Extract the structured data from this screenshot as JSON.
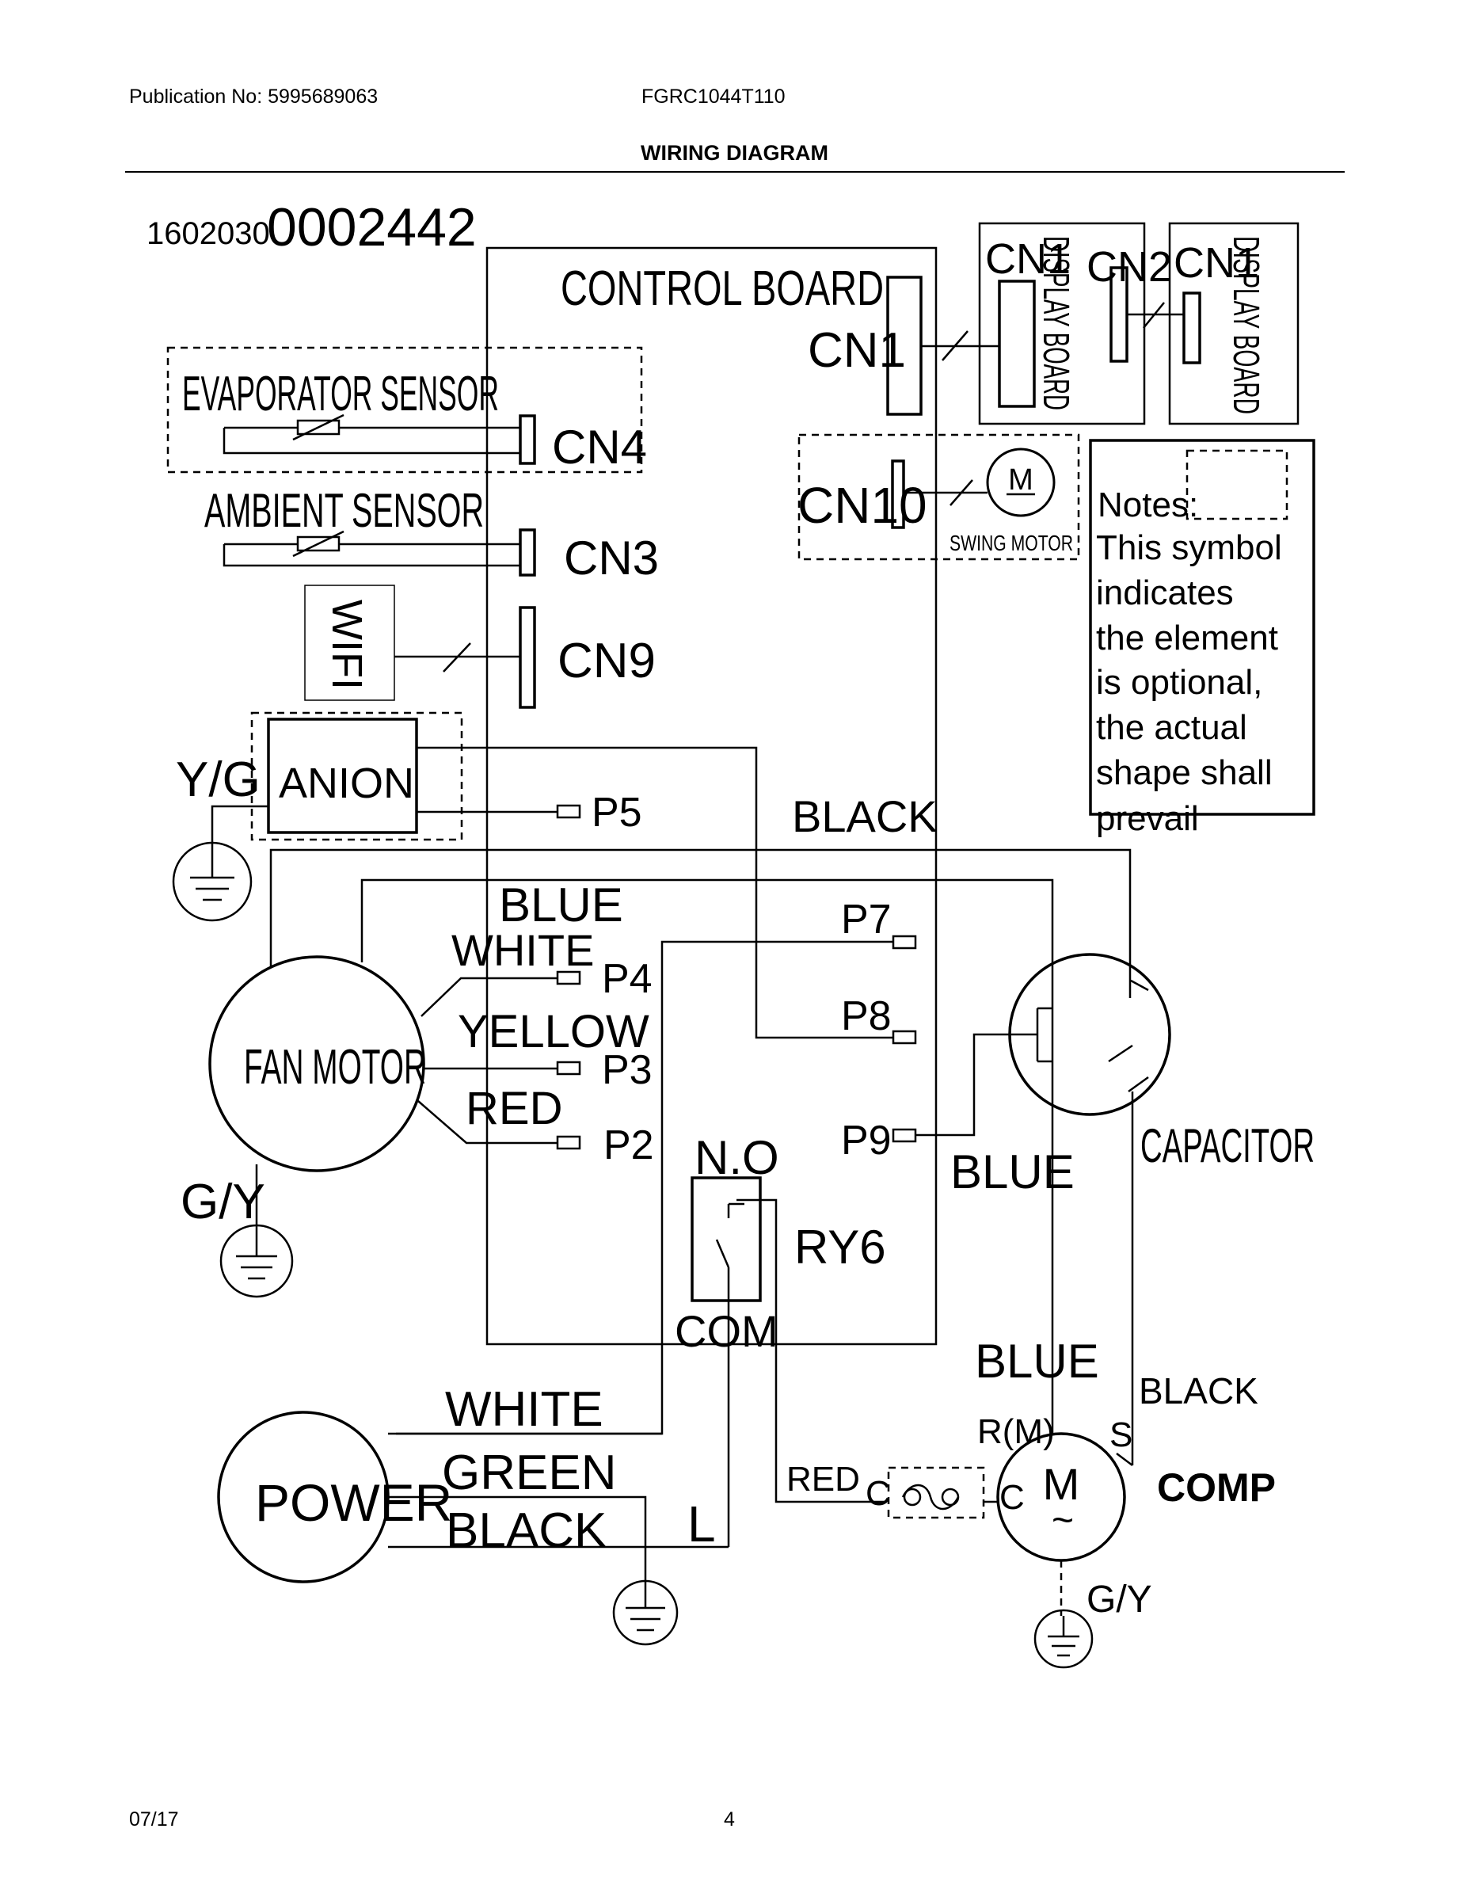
{
  "header": {
    "publication": "Publication No: 5995689063",
    "model": "FGRC1044T110",
    "title": "WIRING DIAGRAM"
  },
  "footer": {
    "date": "07/17",
    "page": "4"
  },
  "diagram": {
    "part_number_prefix": "1602030",
    "part_number_suffix": "0002442",
    "control_board": "CONTROL BOARD",
    "cn1": "CN1",
    "display_board": "DISPLAY BOARD",
    "cn2": "CN2",
    "evaporator_sensor": "EVAPORATOR SENSOR",
    "cn4": "CN4",
    "ambient_sensor": "AMBIENT SENSOR",
    "cn3": "CN3",
    "wifi": "WIFI",
    "cn9": "CN9",
    "cn10": "CN10",
    "swing_motor": "SWING MOTOR",
    "motor_m": "M",
    "yg": "Y/G",
    "gy": "G/Y",
    "anion": "ANION",
    "p5": "P5",
    "black": "BLACK",
    "blue": "BLUE",
    "white": "WHITE",
    "yellow": "YELLOW",
    "red": "RED",
    "p2": "P2",
    "p3": "P3",
    "p4": "P4",
    "p7": "P7",
    "p8": "P8",
    "p9": "P9",
    "fan_motor": "FAN MOTOR",
    "no": "N.O",
    "ry6": "RY6",
    "com": "COM",
    "capacitor": "CAPACITOR",
    "power": "POWER",
    "green": "GREEN",
    "l": "L",
    "comp": "COMP",
    "rm": "R(M)",
    "s": "S",
    "c": "C",
    "tilde": "~",
    "notes": [
      "Notes:",
      "This symbol",
      "indicates",
      "the element",
      "is optional,",
      "the actual",
      "shape shall",
      "prevail"
    ]
  }
}
